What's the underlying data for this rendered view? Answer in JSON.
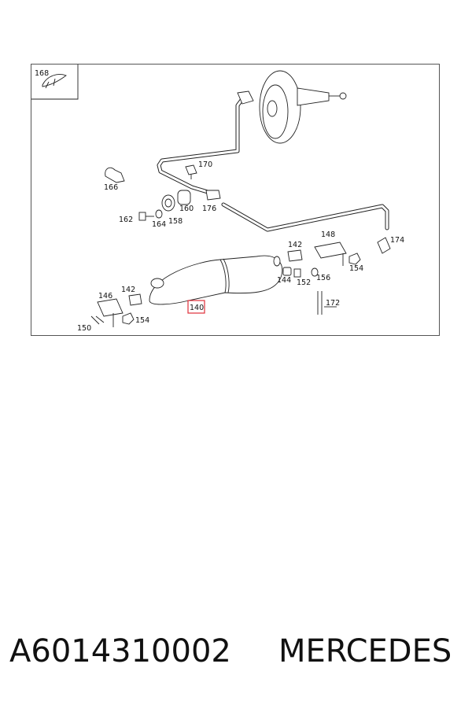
{
  "callouts": [
    {
      "id": "168",
      "label": "168"
    },
    {
      "id": "170",
      "label": "170"
    },
    {
      "id": "166",
      "label": "166"
    },
    {
      "id": "160",
      "label": "160"
    },
    {
      "id": "176",
      "label": "176"
    },
    {
      "id": "162",
      "label": "162"
    },
    {
      "id": "164",
      "label": "164"
    },
    {
      "id": "158",
      "label": "158"
    },
    {
      "id": "148",
      "label": "148"
    },
    {
      "id": "174",
      "label": "174"
    },
    {
      "id": "142a",
      "label": "142"
    },
    {
      "id": "144",
      "label": "144"
    },
    {
      "id": "152",
      "label": "152"
    },
    {
      "id": "156",
      "label": "156"
    },
    {
      "id": "154a",
      "label": "154"
    },
    {
      "id": "142b",
      "label": "142"
    },
    {
      "id": "146",
      "label": "146"
    },
    {
      "id": "154b",
      "label": "154"
    },
    {
      "id": "150",
      "label": "150"
    },
    {
      "id": "172",
      "label": "172"
    },
    {
      "id": "140",
      "label": "140"
    }
  ],
  "highlight_color": "#e0303a",
  "footer": {
    "part_number": "A6014310002",
    "brand": "MERCEDES"
  }
}
